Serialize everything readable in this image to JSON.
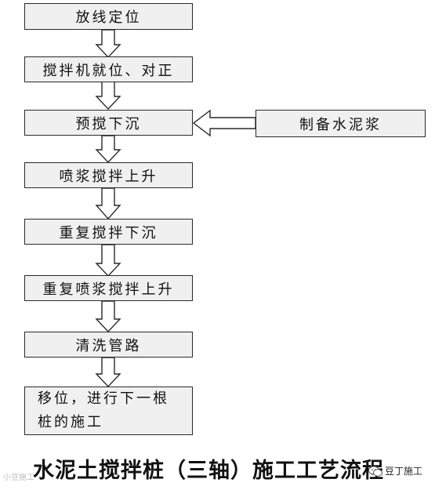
{
  "steps": [
    "放线定位",
    "搅拌机就位、对正",
    "预搅下沉",
    "喷浆搅拌上升",
    "重复搅拌下沉",
    "重复喷浆搅拌上升",
    "清洗管路"
  ],
  "last_step": {
    "line1": "移位，进行下一根",
    "line2": "桩的施工"
  },
  "side_step": "制备水泥浆",
  "title": "水泥土搅拌桩（三轴）施工工艺流程",
  "watermark_right": "豆丁施工",
  "watermark_left": "小豆施工"
}
